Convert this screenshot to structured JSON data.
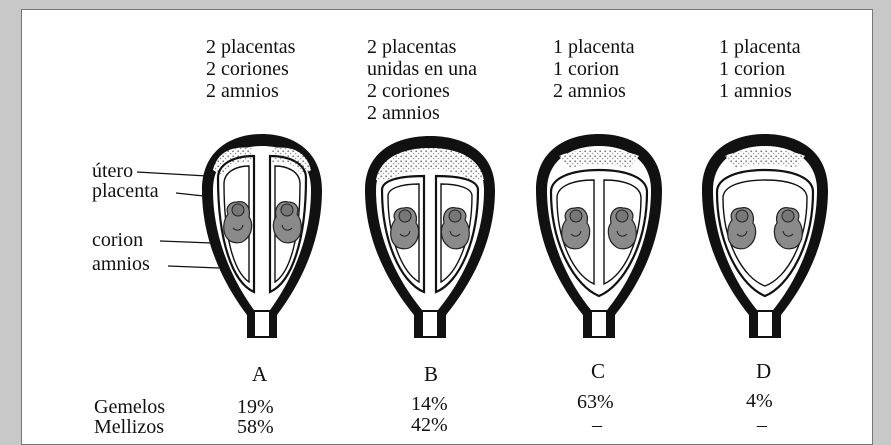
{
  "columns": [
    {
      "letter": "A",
      "header": [
        "2 placentas",
        "2 coriones",
        "2 amnios"
      ],
      "gemelos": "19%",
      "mellizos": "58%"
    },
    {
      "letter": "B",
      "header": [
        "2 placentas",
        "unidas en una",
        "2 coriones",
        "2 amnios"
      ],
      "gemelos": "14%",
      "mellizos": "42%"
    },
    {
      "letter": "C",
      "header": [
        "1 placenta",
        "1 corion",
        "2 amnios"
      ],
      "gemelos": "63%",
      "mellizos": "–"
    },
    {
      "letter": "D",
      "header": [
        "1 placenta",
        "1 corion",
        "1 amnios"
      ],
      "gemelos": "4%",
      "mellizos": "–"
    }
  ],
  "labels": {
    "utero": "útero",
    "placenta": "placenta",
    "corion": "corion",
    "amnios": "amnios"
  },
  "rows": {
    "gemelos": "Gemelos",
    "mellizos": "Mellizos"
  },
  "colors": {
    "ink": "#111111",
    "fetus": "#888888",
    "placenta": "#b8b8b8",
    "background": "#c8c8c8"
  }
}
